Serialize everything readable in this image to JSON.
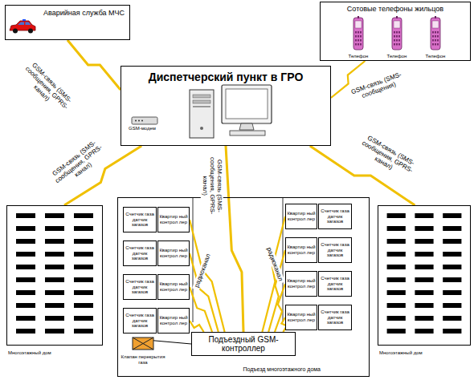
{
  "diagram": {
    "nodes": [
      {
        "text": [
          "Аварийная служба МЧС"
        ]
      },
      {
        "text": [
          "Сотовые телефоны жильцов"
        ]
      },
      {
        "text": [
          "Телефон"
        ],
        "in": 1
      },
      {
        "text": [
          "Телефон"
        ],
        "in": 1
      },
      {
        "text": [
          "Телефон"
        ],
        "in": 1
      },
      {
        "text": [
          "Диспетчерский пункт в ГРО"
        ]
      },
      {
        "text": [
          "Многоэтажный дом"
        ]
      },
      {
        "text": [
          "Подъезд многоэтажного дома"
        ]
      },
      {
        "text": [
          "Счетчик газа датчик загазов"
        ],
        "in": 7
      },
      {
        "text": [
          "Квартир ный контрол лер"
        ],
        "in": 7
      },
      {
        "text": [
          "Счетчик газа датчик загазов"
        ],
        "in": 7
      },
      {
        "text": [
          "Квартир ный контрол лер"
        ],
        "in": 7
      },
      {
        "text": [
          "Счетчик газа датчик загазов"
        ],
        "in": 7
      },
      {
        "text": [
          "Квартир ный контрол лер"
        ],
        "in": 7
      },
      {
        "text": [
          "Счетчик газа датчик загазов"
        ],
        "in": 7
      },
      {
        "text": [
          "Квартир ный контрол лер"
        ],
        "in": 7
      },
      {
        "text": [
          "Квартир ный контрол лер"
        ],
        "in": 7
      },
      {
        "text": [
          "Счетчик газа датчик загазов"
        ],
        "in": 7
      },
      {
        "text": [
          "Квартир ный контрол лер"
        ],
        "in": 7
      },
      {
        "text": [
          "Счетчик газа датчик загазов"
        ],
        "in": 7
      },
      {
        "text": [
          "Квартир ный контрол лер"
        ],
        "in": 7
      },
      {
        "text": [
          "Счетчик газа датчик загазов"
        ],
        "in": 7
      },
      {
        "text": [
          "Квартир ный контрол лер"
        ],
        "in": 7
      },
      {
        "text": [
          "Счетчик газа датчик загазов"
        ],
        "in": 7
      },
      {
        "text": [
          "Подъездный GSM-контроллер"
        ],
        "in": 7
      },
      {
        "text": [
          "Клапан перекрытия газа"
        ],
        "in": 7
      },
      {
        "text": [
          "Многоэтажный дом"
        ]
      }
    ],
    "edges": [
      {
        "from": 5,
        "to": 0,
        "label": "GSM-связь (SMS-сообщения, GPRS-канал)",
        "arrow": "none"
      },
      {
        "from": 5,
        "to": 1,
        "label": "GSM-связь (SMS-сообщения)",
        "arrow": "none"
      },
      {
        "from": 5,
        "to": 6,
        "label": "GSM-связь (SMS-сообщения, GPRS-канал)",
        "arrow": "none"
      },
      {
        "from": 5,
        "to": 24,
        "label": "GSM-связь (SMS-сообщения, GPRS-канал)",
        "arrow": "none"
      },
      {
        "from": 5,
        "to": 26,
        "label": "GSM-связь (SMS-сообщения, GPRS-канал)",
        "arrow": "none"
      },
      {
        "from": 9,
        "to": 24,
        "arrow": "none"
      },
      {
        "from": 11,
        "to": 24,
        "label": "радиоканал",
        "arrow": "none"
      },
      {
        "from": 13,
        "to": 24,
        "arrow": "none"
      },
      {
        "from": 15,
        "to": 24,
        "arrow": "none"
      },
      {
        "from": 16,
        "to": 24,
        "arrow": "none"
      },
      {
        "from": 18,
        "to": 24,
        "label": "радиоканал",
        "arrow": "none"
      },
      {
        "from": 20,
        "to": 24,
        "arrow": "none"
      },
      {
        "from": 22,
        "to": 24,
        "arrow": "none"
      },
      {
        "from": 25,
        "to": 24,
        "arrow": "none"
      }
    ],
    "labels": [
      "GSM-модем"
    ]
  }
}
